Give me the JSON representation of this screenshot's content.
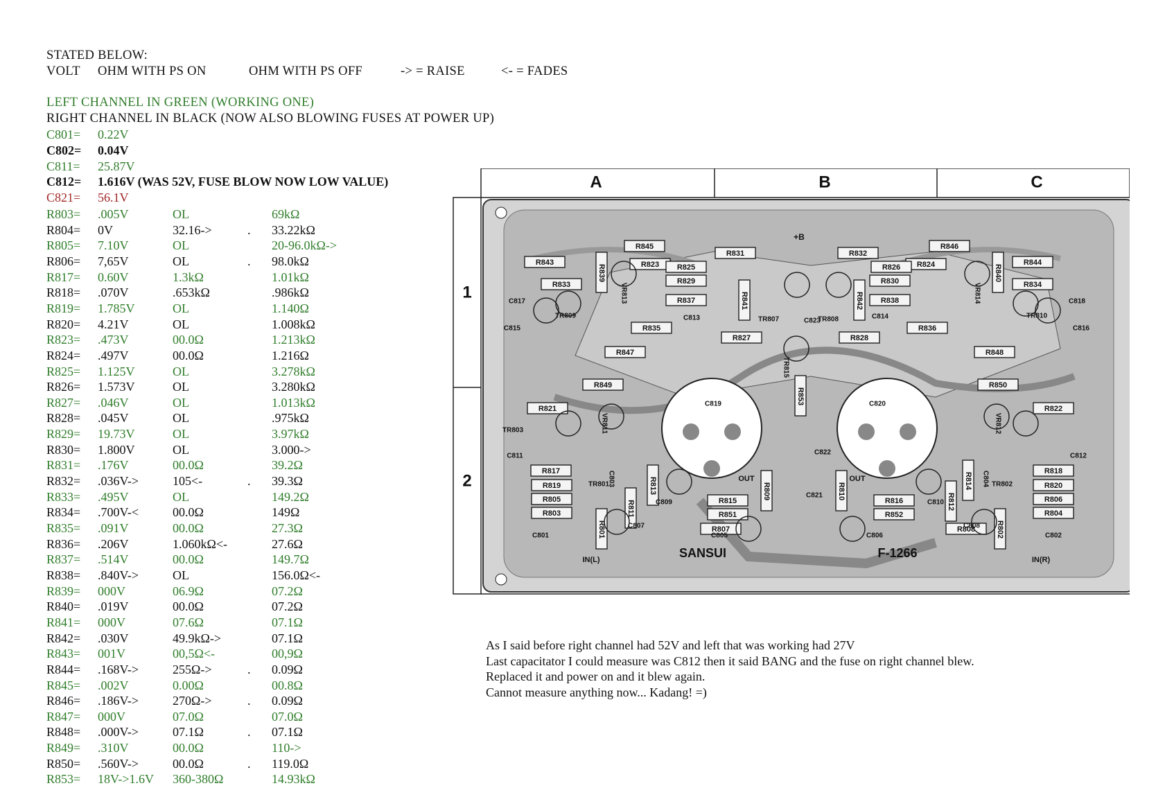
{
  "legend": {
    "stated_below": "STATED BELOW:",
    "volt": "VOLT",
    "ohm_on": "OHM WITH PS ON",
    "ohm_off": "OHM WITH PS OFF",
    "raise": "-> = RAISE",
    "fades": "<- = FADES",
    "left_channel": "LEFT CHANNEL IN GREEN (WORKING ONE)",
    "right_channel": "RIGHT CHANNEL IN BLACK (NOW ALSO BLOWING FUSES AT POWER UP)"
  },
  "capacitors": [
    {
      "name": "C801=",
      "value": "0.22V",
      "color": "#2f7d2a",
      "bold": false
    },
    {
      "name": "C802=",
      "value": "0.04V",
      "color": "#111111",
      "bold": true
    },
    {
      "name": "C811=",
      "value": "25.87V",
      "color": "#2f7d2a",
      "bold": false
    },
    {
      "name": "C812=",
      "value": "1.616V (WAS 52V, FUSE BLOW NOW LOW VALUE)",
      "color": "#111111",
      "bold": true
    },
    {
      "name": "C821=",
      "value": "56.1V",
      "color": "#a12626",
      "bold": false
    }
  ],
  "resistors": [
    {
      "name": "R803=",
      "volt": ".005V",
      "ohm_on": "OL",
      "dot": "",
      "ohm_off": "69kΩ",
      "color": "#2f7d2a"
    },
    {
      "name": "R804=",
      "volt": "0V",
      "ohm_on": "32.16->",
      "dot": ".",
      "ohm_off": "33.22kΩ",
      "color": "#111111"
    },
    {
      "name": "R805=",
      "volt": "7.10V",
      "ohm_on": "OL",
      "dot": "",
      "ohm_off": "20-96.0kΩ->",
      "color": "#2f7d2a"
    },
    {
      "name": "R806=",
      "volt": "7,65V",
      "ohm_on": "OL",
      "dot": ".",
      "ohm_off": "98.0kΩ",
      "color": "#111111"
    },
    {
      "name": "R817=",
      "volt": "0.60V",
      "ohm_on": "1.3kΩ",
      "dot": "",
      "ohm_off": "1.01kΩ",
      "color": "#2f7d2a"
    },
    {
      "name": "R818=",
      "volt": ".070V",
      "ohm_on": ".653kΩ",
      "dot": "",
      "ohm_off": ".986kΩ",
      "color": "#111111"
    },
    {
      "name": "R819=",
      "volt": "1.785V",
      "ohm_on": "OL",
      "dot": "",
      "ohm_off": "1.140Ω",
      "color": "#2f7d2a"
    },
    {
      "name": "R820=",
      "volt": "4.21V",
      "ohm_on": "OL",
      "dot": "",
      "ohm_off": "1.008kΩ",
      "color": "#111111"
    },
    {
      "name": "R823=",
      "volt": ".473V",
      "ohm_on": "00.0Ω",
      "dot": "",
      "ohm_off": "1.213kΩ",
      "color": "#2f7d2a"
    },
    {
      "name": "R824=",
      "volt": ".497V",
      "ohm_on": "00.0Ω",
      "dot": "",
      "ohm_off": "1.216Ω",
      "color": "#111111"
    },
    {
      "name": "R825=",
      "volt": "1.125V",
      "ohm_on": "OL",
      "dot": "",
      "ohm_off": "3.278kΩ",
      "color": "#2f7d2a"
    },
    {
      "name": "R826=",
      "volt": "1.573V",
      "ohm_on": "OL",
      "dot": "",
      "ohm_off": "3.280kΩ",
      "color": "#111111"
    },
    {
      "name": "R827=",
      "volt": ".046V",
      "ohm_on": "OL",
      "dot": "",
      "ohm_off": "1.013kΩ",
      "color": "#2f7d2a"
    },
    {
      "name": "R828=",
      "volt": ".045V",
      "ohm_on": "OL",
      "dot": "",
      "ohm_off": ".975kΩ",
      "color": "#111111"
    },
    {
      "name": "R829=",
      "volt": "19.73V",
      "ohm_on": "OL",
      "dot": "",
      "ohm_off": "3.97kΩ",
      "color": "#2f7d2a"
    },
    {
      "name": "R830=",
      "volt": "1.800V",
      "ohm_on": "OL",
      "dot": "",
      "ohm_off": "3.000->",
      "color": "#111111"
    },
    {
      "name": "R831=",
      "volt": ".176V",
      "ohm_on": "00.0Ω",
      "dot": "",
      "ohm_off": "39.2Ω",
      "color": "#2f7d2a"
    },
    {
      "name": "R832=",
      "volt": ".036V->",
      "ohm_on": "105<-",
      "dot": ".",
      "ohm_off": "39.3Ω",
      "color": "#111111"
    },
    {
      "name": "R833=",
      "volt": ".495V",
      "ohm_on": "OL",
      "dot": "",
      "ohm_off": "149.2Ω",
      "color": "#2f7d2a"
    },
    {
      "name": "R834=",
      "volt": ".700V-<",
      "ohm_on": "00.0Ω",
      "dot": "",
      "ohm_off": "149Ω",
      "color": "#111111"
    },
    {
      "name": "R835=",
      "volt": ".091V",
      "ohm_on": "00.0Ω",
      "dot": "",
      "ohm_off": "27.3Ω",
      "color": "#2f7d2a"
    },
    {
      "name": "R836=",
      "volt": ".206V",
      "ohm_on": "1.060kΩ<-",
      "dot": "",
      "ohm_off": "27.6Ω",
      "color": "#111111"
    },
    {
      "name": "R837=",
      "volt": ".514V",
      "ohm_on": "00.0Ω",
      "dot": "",
      "ohm_off": "149.7Ω",
      "color": "#2f7d2a"
    },
    {
      "name": "R838=",
      "volt": ".840V->",
      "ohm_on": "OL",
      "dot": "",
      "ohm_off": "156.0Ω<-",
      "color": "#111111"
    },
    {
      "name": "R839=",
      "volt": "000V",
      "ohm_on": "06.9Ω",
      "dot": "",
      "ohm_off": "07.2Ω",
      "color": "#2f7d2a"
    },
    {
      "name": "R840=",
      "volt": ".019V",
      "ohm_on": "00.0Ω",
      "dot": "",
      "ohm_off": "07.2Ω",
      "color": "#111111"
    },
    {
      "name": "R841=",
      "volt": "000V",
      "ohm_on": "07.6Ω",
      "dot": "",
      "ohm_off": "07.1Ω",
      "color": "#2f7d2a"
    },
    {
      "name": "R842=",
      "volt": ".030V",
      "ohm_on": "49.9kΩ->",
      "dot": "",
      "ohm_off": "07.1Ω",
      "color": "#111111"
    },
    {
      "name": "R843=",
      "volt": "001V",
      "ohm_on": "00,5Ω<-",
      "dot": "",
      "ohm_off": "00,9Ω",
      "color": "#2f7d2a"
    },
    {
      "name": "R844=",
      "volt": ".168V->",
      "ohm_on": "255Ω->",
      "dot": ".",
      "ohm_off": "0.09Ω",
      "color": "#111111"
    },
    {
      "name": "R845=",
      "volt": ".002V",
      "ohm_on": "0.00Ω",
      "dot": "",
      "ohm_off": "00.8Ω",
      "color": "#2f7d2a"
    },
    {
      "name": "R846=",
      "volt": ".186V->",
      "ohm_on": "270Ω->",
      "dot": ".",
      "ohm_off": "0.09Ω",
      "color": "#111111"
    },
    {
      "name": "R847=",
      "volt": "000V",
      "ohm_on": "07.0Ω",
      "dot": "",
      "ohm_off": "07.0Ω",
      "color": "#2f7d2a"
    },
    {
      "name": "R848=",
      "volt": ".000V->",
      "ohm_on": "07.1Ω",
      "dot": ".",
      "ohm_off": "07.1Ω",
      "color": "#111111"
    },
    {
      "name": "R849=",
      "volt": ".310V",
      "ohm_on": "00.0Ω",
      "dot": "",
      "ohm_off": "110->",
      "color": "#2f7d2a"
    },
    {
      "name": "R850=",
      "volt": ".560V->",
      "ohm_on": "00.0Ω",
      "dot": ".",
      "ohm_off": "119.0Ω",
      "color": "#111111"
    },
    {
      "name": "R853=",
      "volt": "18V->1.6V",
      "ohm_on": "360-380Ω",
      "dot": "",
      "ohm_off": "14.93kΩ",
      "color": "#2f7d2a"
    }
  ],
  "schematic": {
    "columns": [
      "A",
      "B",
      "C"
    ],
    "rows": [
      "1",
      "2"
    ],
    "brand": "SANSUI",
    "board": "F-1266",
    "in_left": "IN(L)",
    "in_right": "IN(R)",
    "out": "OUT",
    "plus_b": "+B",
    "resistor_labels": [
      "R845",
      "R846",
      "R843",
      "R844",
      "R839",
      "R840",
      "R833",
      "R834",
      "R823",
      "R824",
      "R825",
      "R826",
      "R831",
      "R832",
      "R829",
      "R830",
      "R837",
      "R838",
      "R841",
      "R842",
      "R835",
      "R836",
      "R827",
      "R828",
      "R847",
      "R848",
      "R849",
      "R850",
      "R821",
      "R822",
      "R853",
      "R817",
      "R818",
      "R819",
      "R820",
      "R805",
      "R806",
      "R803",
      "R804",
      "R815",
      "R816",
      "R851",
      "R852",
      "R807",
      "R808",
      "R813",
      "R812",
      "R811",
      "R814",
      "R801",
      "R802",
      "R809",
      "R810"
    ],
    "other_labels": [
      "VR813",
      "VR814",
      "VR811",
      "VR812",
      "TR809",
      "TR810",
      "TR807",
      "TR808",
      "TR815",
      "TR803",
      "TR801",
      "TR802",
      "C817",
      "C818",
      "C815",
      "C816",
      "C813",
      "C814",
      "C823",
      "C819",
      "C820",
      "C822",
      "C821",
      "C811",
      "C812",
      "C803",
      "C804",
      "C809",
      "C810",
      "C807",
      "C808",
      "C805",
      "C806",
      "C801",
      "C802"
    ]
  },
  "notes": [
    "As I said before right channel had 52V and left that was working had 27V",
    "Last capacitator I could measure was C812 then it said BANG and the fuse on right channel blew.",
    "Replaced it and power on and it blew again.",
    "Cannot measure anything now... Kadang! =)"
  ]
}
